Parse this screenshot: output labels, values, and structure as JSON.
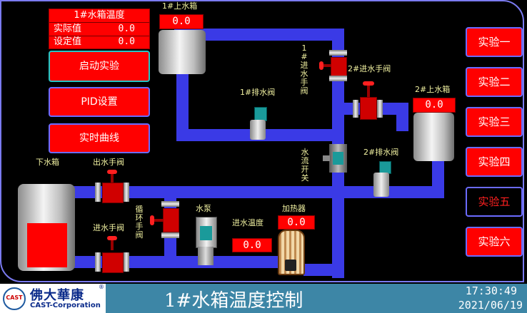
{
  "temp_panel": {
    "title": "1#水箱温度",
    "actual_label": "实际值",
    "actual_value": "0.0",
    "setpoint_label": "设定值",
    "setpoint_value": "0.0"
  },
  "buttons": {
    "start": "启动实验",
    "pid": "PID设置",
    "curve": "实时曲线"
  },
  "experiments": [
    "实验一",
    "实验二",
    "实验三",
    "实验四",
    "实验五",
    "实验六"
  ],
  "current_experiment_index": 4,
  "labels": {
    "upper_tank1": "1#上水箱",
    "upper_tank2": "2#上水箱",
    "lower_tank": "下水箱",
    "inlet_valve1": "1#进水手阀",
    "inlet_valve2": "2#进水手阀",
    "drain_valve1": "1#排水阀",
    "drain_valve2": "2#排水阀",
    "flow_switch": "水流开关",
    "outlet_valve": "出水手阀",
    "inlet_valve": "进水手阀",
    "circ_valve": "循环手阀",
    "pump": "水泵",
    "inlet_temp": "进水温度",
    "heater": "加热器"
  },
  "values": {
    "upper_tank1": "0.0",
    "upper_tank2": "0.0",
    "inlet_temp": "0.0",
    "heater": "0.0"
  },
  "footer": {
    "brand": "佛大華康",
    "brand_mark": "®",
    "company": "CAST-Corporation",
    "logo_text": "CAST",
    "title": "1#水箱温度控制",
    "time": "17:30:49",
    "date": "2021/06/19"
  },
  "colors": {
    "pipe": "#3a3ae6",
    "value_bg": "#ff0000",
    "label": "#f0f0a0",
    "footer_bg": "#3d86a6"
  }
}
